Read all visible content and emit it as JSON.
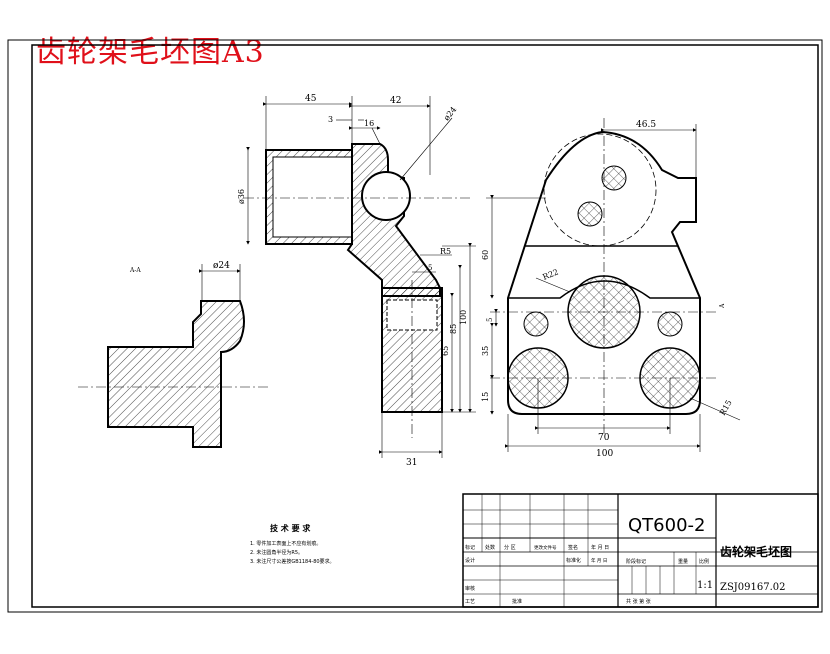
{
  "title": "齿轮架毛坯图A3",
  "dimensions": {
    "d45": "45",
    "d42": "42",
    "d3": "3",
    "d16": "16",
    "phi24_ball": "ø24",
    "phi36": "ø36",
    "r5": "R5",
    "d5": "5",
    "d100v": "100",
    "d85": "85",
    "d65": "65",
    "d31": "31",
    "phi24_left": "ø24",
    "d46_5": "46.5",
    "d60": "60",
    "r22": "R22",
    "d5b": "5",
    "d35": "35",
    "d15": "15",
    "d70": "70",
    "d100h": "100",
    "r15": "R15"
  },
  "section_label_left": "A-A",
  "section_label_right": "A",
  "tech": {
    "heading": "技 术 要 求",
    "items": [
      "1. 零件加工表面上不应有划痕。",
      "2. 未注圆角半径为R5。",
      "3. 未注尺寸公差按GB1184-80要求。"
    ]
  },
  "title_block": {
    "code": "QT600-2",
    "name": "齿轮架毛坯图",
    "scale": "1:1",
    "drawing_no": "ZSJ09167.02",
    "row_labels": [
      "标记",
      "处数",
      "分 区",
      "更改文件号",
      "签名",
      "年 月 日"
    ],
    "design_label": "设计",
    "standard_label": "标准化",
    "stage_label": "阶段标记",
    "weight_label": "重量",
    "ratio_label": "比例",
    "audit_label": "审核",
    "process_label": "工艺",
    "approve_label": "批准",
    "sheets_label": "共   张   第   张",
    "sig_date": "年 月 日"
  }
}
